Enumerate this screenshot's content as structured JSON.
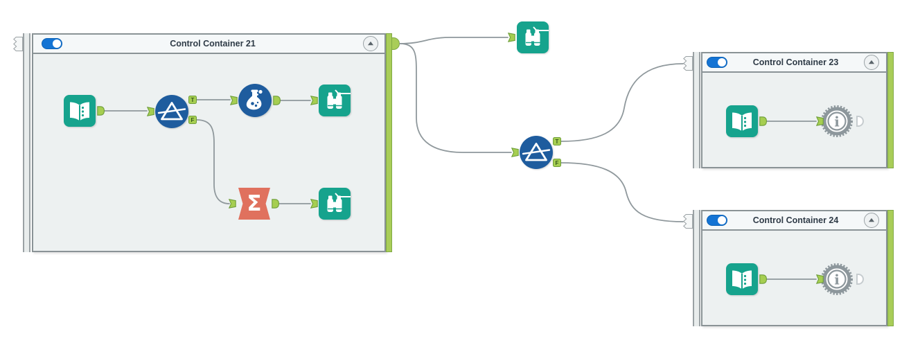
{
  "app": "workflow-canvas",
  "containers": [
    {
      "title": "Control Container 21",
      "toggle_on": true
    },
    {
      "title": "Control Container 23",
      "toggle_on": true
    },
    {
      "title": "Control Container 24",
      "toggle_on": true
    }
  ],
  "anchor_labels": {
    "true": "T",
    "false": "F"
  },
  "glyphs": {
    "sigma": "Σ",
    "macro_info": "i"
  },
  "colors": {
    "tool_teal": "#16A38D",
    "tool_blue": "#1E5C9E",
    "tool_salmon": "#E0715E",
    "anchor_green": "#A6CE51",
    "anchor_green_border": "#6E9E3A",
    "container_green_bar": "#A9CD58",
    "container_border": "#8A9396",
    "toggle_blue": "#1474D4",
    "macro_gray": "#8D979C",
    "wire_gray": "#8F989C"
  }
}
